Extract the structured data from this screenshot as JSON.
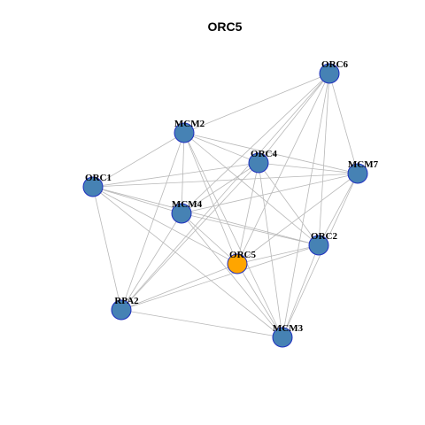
{
  "title": "ORC5",
  "colors": {
    "node_default": "#4682b4",
    "node_focus": "#ffa500",
    "node_border": "#1f2fbf",
    "edge": "#b8b8b8"
  },
  "nodes": [
    {
      "id": "ORC6",
      "label": "ORC6",
      "focus": false
    },
    {
      "id": "MCM2",
      "label": "MCM2",
      "focus": false
    },
    {
      "id": "ORC4",
      "label": "ORC4",
      "focus": false
    },
    {
      "id": "MCM7",
      "label": "MCM7",
      "focus": false
    },
    {
      "id": "ORC1",
      "label": "ORC1",
      "focus": false
    },
    {
      "id": "MCM4",
      "label": "MCM4",
      "focus": false
    },
    {
      "id": "ORC2",
      "label": "ORC2",
      "focus": false
    },
    {
      "id": "ORC5",
      "label": "ORC5",
      "focus": true
    },
    {
      "id": "RPA2",
      "label": "RPA2",
      "focus": false
    },
    {
      "id": "MCM3",
      "label": "MCM3",
      "focus": false
    }
  ],
  "edges": [
    [
      "ORC6",
      "MCM2"
    ],
    [
      "ORC6",
      "ORC4"
    ],
    [
      "ORC6",
      "MCM7"
    ],
    [
      "ORC6",
      "MCM4"
    ],
    [
      "ORC6",
      "ORC2"
    ],
    [
      "ORC6",
      "ORC5"
    ],
    [
      "ORC6",
      "RPA2"
    ],
    [
      "ORC6",
      "MCM3"
    ],
    [
      "MCM2",
      "ORC4"
    ],
    [
      "MCM2",
      "MCM7"
    ],
    [
      "MCM2",
      "ORC1"
    ],
    [
      "MCM2",
      "MCM4"
    ],
    [
      "MCM2",
      "ORC2"
    ],
    [
      "MCM2",
      "ORC5"
    ],
    [
      "MCM2",
      "RPA2"
    ],
    [
      "MCM2",
      "MCM3"
    ],
    [
      "ORC4",
      "MCM7"
    ],
    [
      "ORC4",
      "ORC1"
    ],
    [
      "ORC4",
      "MCM4"
    ],
    [
      "ORC4",
      "ORC2"
    ],
    [
      "ORC4",
      "ORC5"
    ],
    [
      "ORC4",
      "RPA2"
    ],
    [
      "ORC4",
      "MCM3"
    ],
    [
      "MCM7",
      "ORC1"
    ],
    [
      "MCM7",
      "MCM4"
    ],
    [
      "MCM7",
      "ORC2"
    ],
    [
      "MCM7",
      "ORC5"
    ],
    [
      "MCM7",
      "MCM3"
    ],
    [
      "ORC1",
      "MCM4"
    ],
    [
      "ORC1",
      "ORC2"
    ],
    [
      "ORC1",
      "ORC5"
    ],
    [
      "ORC1",
      "RPA2"
    ],
    [
      "ORC1",
      "MCM3"
    ],
    [
      "MCM4",
      "ORC2"
    ],
    [
      "MCM4",
      "ORC5"
    ],
    [
      "MCM4",
      "RPA2"
    ],
    [
      "MCM4",
      "MCM3"
    ],
    [
      "ORC2",
      "ORC5"
    ],
    [
      "ORC2",
      "RPA2"
    ],
    [
      "ORC2",
      "MCM3"
    ],
    [
      "ORC5",
      "RPA2"
    ],
    [
      "ORC5",
      "MCM3"
    ],
    [
      "RPA2",
      "MCM3"
    ]
  ]
}
